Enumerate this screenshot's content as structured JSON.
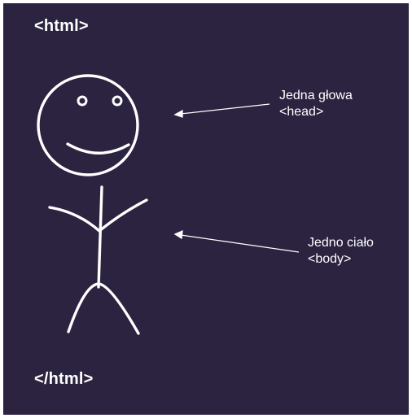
{
  "diagram": {
    "open_tag": "<html>",
    "close_tag": "</html>",
    "annotations": {
      "head": {
        "line1": "Jedna głowa",
        "line2": "<head>"
      },
      "body": {
        "line1": "Jedno ciało",
        "line2": "<body>"
      }
    }
  },
  "colors": {
    "background": "#2b2340",
    "foreground": "#ffffff"
  },
  "icons": {
    "figure": "stick-figure-icon",
    "arrows": "arrow-left-icon"
  }
}
